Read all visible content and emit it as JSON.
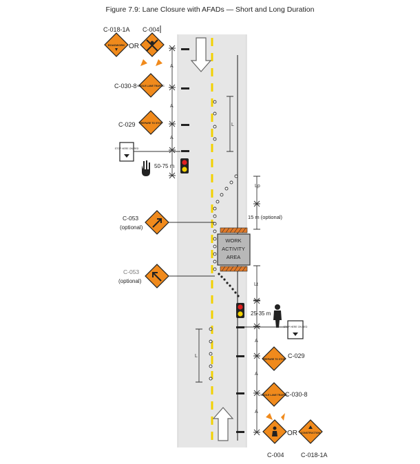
{
  "figure_title": "Figure 7.9:  Lane Closure with AFADs — Short and Long Duration",
  "labels": {
    "top_left_code_a": "C-018-1A",
    "top_left_code_b": "C-004",
    "or_top": "OR",
    "c030_top": "C-030-8",
    "c029_top": "C-029",
    "dist_50_75": "50-75 m",
    "c053_top": "C-053",
    "c053_top_opt": "(optional)",
    "c053_bottom": "C-053",
    "c053_bottom_opt": "(optional)",
    "work_area_line1": "WORK",
    "work_area_line2": "ACTIVITY",
    "work_area_line3": "AREA",
    "lp_label": "Lp",
    "lt_label": "Lt",
    "buffer_top": "15 m (optional)",
    "dist_25_35": "25-35 m",
    "c029_bottom": "C-029",
    "c030_bottom": "C-030-8",
    "or_bottom": "OR",
    "bottom_code_a": "C-004",
    "bottom_code_b": "C-018-1A",
    "l_label": "L"
  },
  "signs": {
    "c018_top_text": "ROADWORK",
    "c030_top_text": "SINGLE LANE TRAFFIC",
    "c029_top_text": "PREPARE TO STOP",
    "stop_here_text": "STOP HERE ON RED",
    "prepare_text": "PREPARE TO STOP",
    "single_lane_text": "SINGLE LANE TRAFFIC",
    "stop_bottom_text": "STOP HERE ON RED",
    "c018_bottom_text": "CONSTRUCTION"
  },
  "colors": {
    "road": "#e6e6e6",
    "centerline": "#f2d100",
    "sign_orange": "#f08a1c",
    "work_area": "#b8b8b8",
    "hatch": "#e07a2a"
  }
}
